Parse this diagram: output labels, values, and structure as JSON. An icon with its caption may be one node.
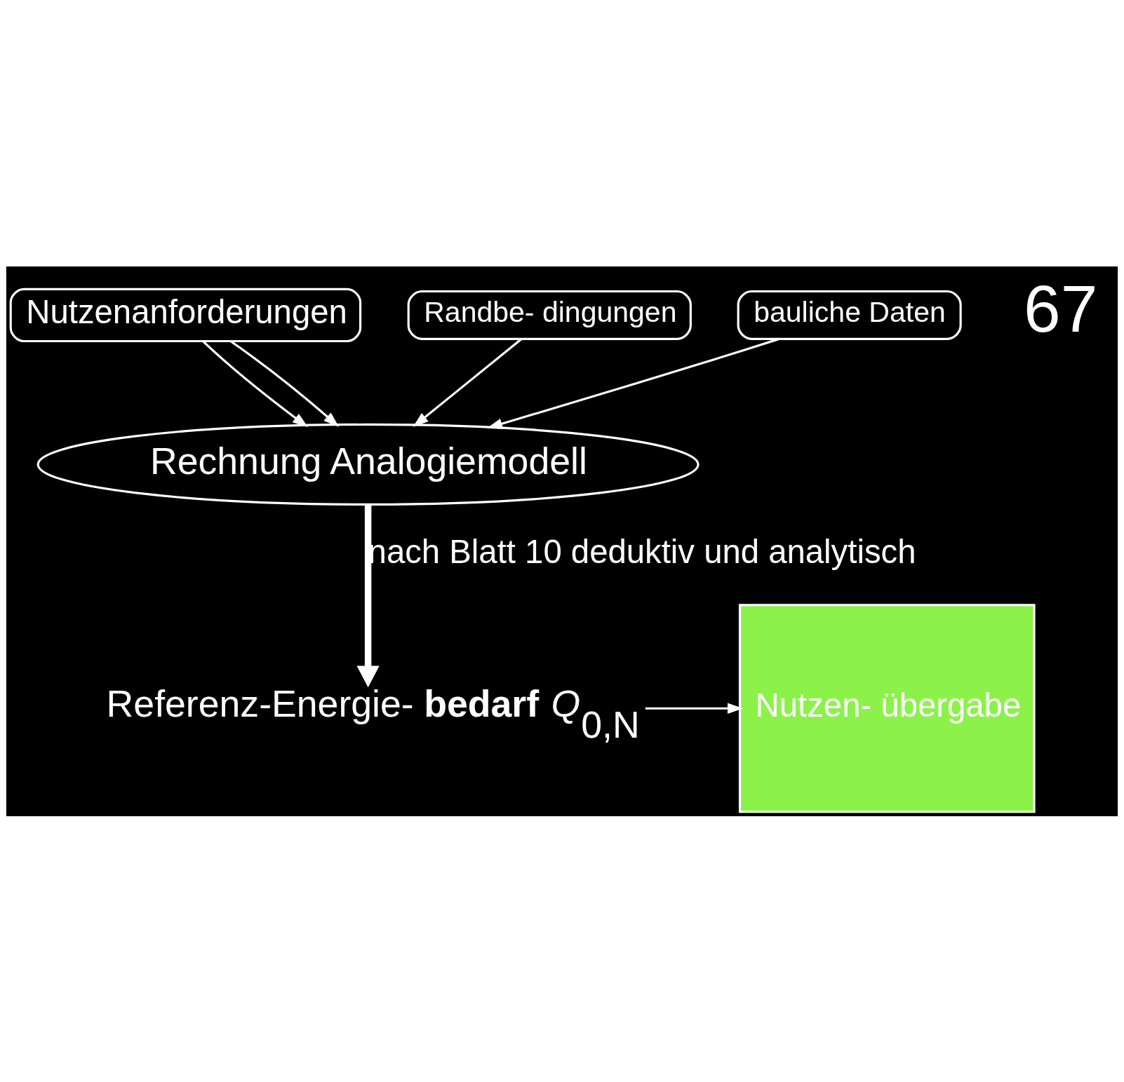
{
  "diagram": {
    "nodes": [
      {
        "text": [
          "Nutzenanforderungen"
        ]
      },
      {
        "text": [
          "Randbe- dingungen"
        ]
      },
      {
        "text": [
          "bauliche Daten"
        ]
      },
      {
        "text": [
          "Rechnung Analogiemodell"
        ]
      },
      {
        "text": [
          "Referenz-Energie- **bedarf** *Q*$_{0,N}$"
        ]
      },
      {
        "text": [
          "Nutzen- übergabe"
        ]
      }
    ],
    "edges": [
      {
        "from": 1,
        "to": 3,
        "arrow": "to"
      },
      {
        "from": 0,
        "to": 3,
        "arrow": "to"
      },
      {
        "from": 0,
        "to": 3,
        "arrow": "to"
      },
      {
        "from": 2,
        "to": 3,
        "arrow": "to"
      },
      {
        "from": 3,
        "to": 4,
        "arrow": "to",
        "style": "thick",
        "label": "nach Blatt 10 deduktiv und analytisch"
      },
      {
        "from": 4,
        "to": 5,
        "arrow": "to"
      }
    ],
    "labels": [
      "67"
    ]
  }
}
